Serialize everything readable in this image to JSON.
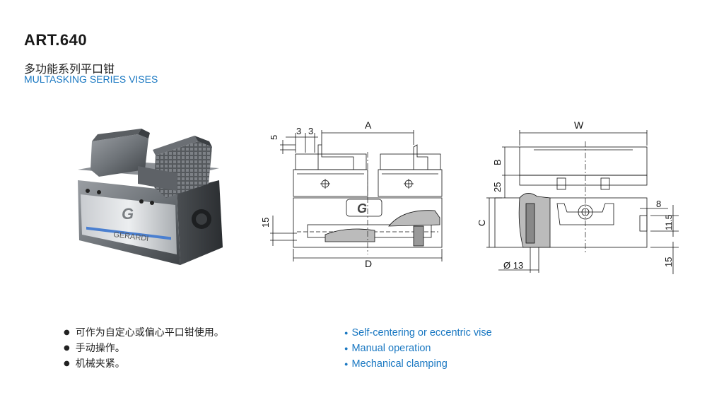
{
  "header": {
    "article": "ART.640",
    "title_cn": "多功能系列平口钳",
    "title_en": "MULTASKING SERIES VISES"
  },
  "photo": {
    "brand_text": "GERARDI",
    "logo_letter": "G"
  },
  "drawing": {
    "front_view": {
      "dim_top_left": "5",
      "dim_step_1": "3",
      "dim_step_2": "3",
      "dim_width_jaws": "A",
      "dim_base_height": "15",
      "dim_total_length": "D"
    },
    "side_view": {
      "dim_width": "W",
      "dim_B": "B",
      "dim_25": "25",
      "dim_C": "C",
      "dim_8": "8",
      "dim_11_5": "11.5",
      "dim_15": "15",
      "dim_bore": "Ø 13"
    }
  },
  "features_cn": [
    "可作为自定心或偏心平口钳使用。",
    "手动操作。",
    "机械夹紧。"
  ],
  "features_en": [
    "Self-centering or eccentric vise",
    "Manual operation",
    "Mechanical clamping"
  ]
}
